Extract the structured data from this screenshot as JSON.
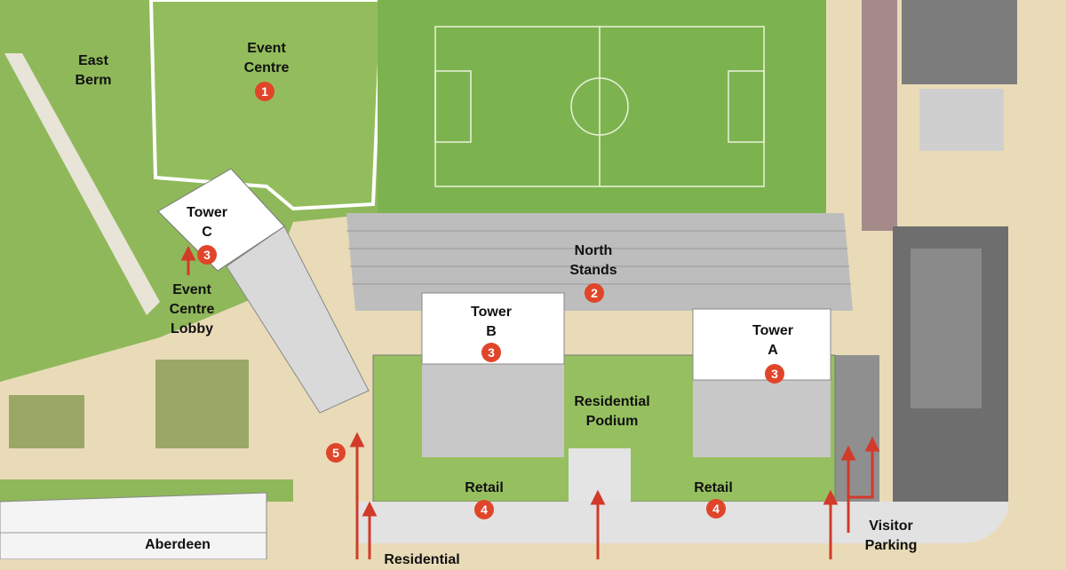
{
  "labels": {
    "east_berm": "East\nBerm",
    "event_centre": "Event\nCentre",
    "tower_c": "Tower\nC",
    "event_centre_lobby": "Event\nCentre\nLobby",
    "north_stands": "North\nStands",
    "tower_b": "Tower\nB",
    "tower_a": "Tower\nA",
    "residential_podium": "Residential\nPodium",
    "retail_1": "Retail",
    "retail_2": "Retail",
    "visitor_parking": "Visitor\nParking",
    "aberdeen": "Aberdeen",
    "residential": "Residential"
  },
  "markers": {
    "event_centre": "1",
    "north_stands": "2",
    "tower_c": "3",
    "tower_b": "3",
    "tower_a": "3",
    "retail_1": "4",
    "retail_2": "4",
    "entrance": "5"
  },
  "colors": {
    "marker": "#e0452a",
    "arrow": "#d23a2a",
    "grass": "#8fb85a",
    "field": "#7db34f",
    "sand": "#e9dbb8"
  }
}
